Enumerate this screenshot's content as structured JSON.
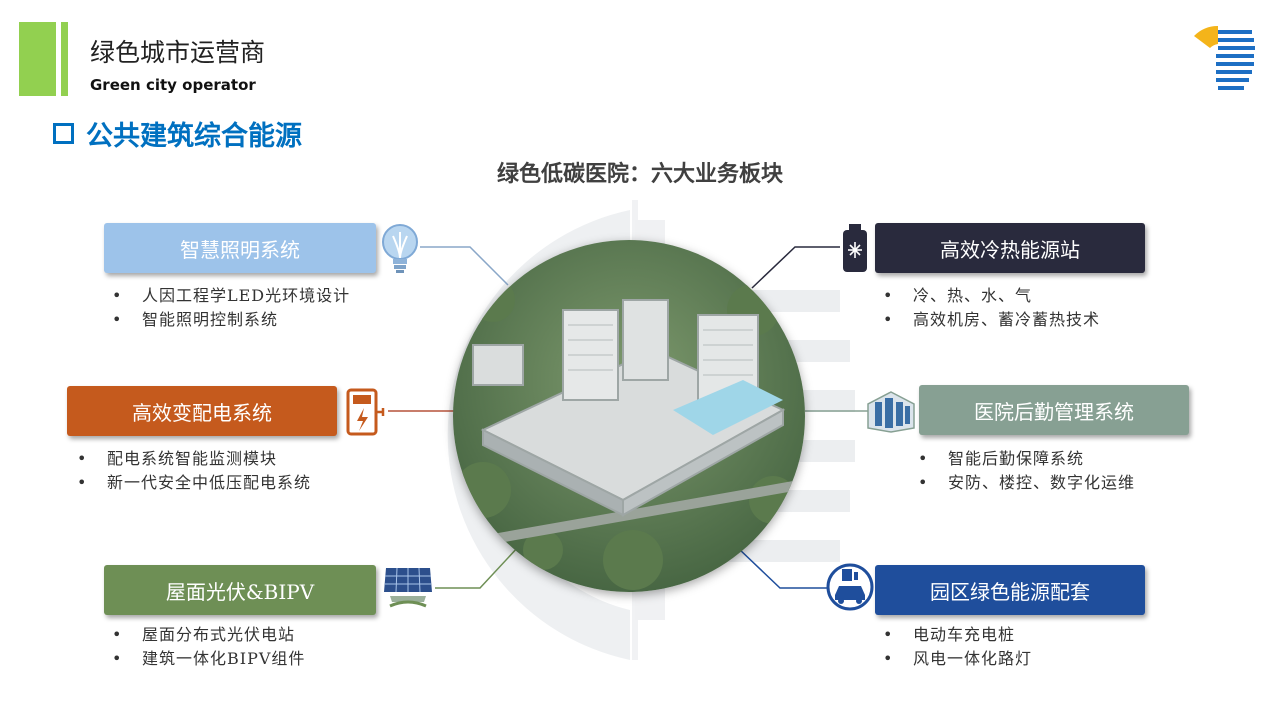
{
  "header": {
    "title_cn": "绿色城市运营商",
    "title_en": "Green city operator",
    "accent": "#92d050"
  },
  "section": {
    "title": "公共建筑综合能源",
    "color": "#0070c0"
  },
  "diagram": {
    "center_title": "绿色低碳医院：六大业务板块",
    "modules": [
      {
        "id": "lighting",
        "label": "智慧照明系统",
        "color": "#9dc3ea",
        "icon": "lightbulb-icon",
        "items": [
          "人因工程学LED光环境设计",
          "智能照明控制系统"
        ]
      },
      {
        "id": "power",
        "label": "高效变配电系统",
        "color": "#c55a1d",
        "icon": "power-meter-icon",
        "items": [
          "配电系统智能监测模块",
          "新一代安全中低压配电系统"
        ]
      },
      {
        "id": "solar",
        "label": "屋面光伏&BIPV",
        "color": "#6e8f55",
        "icon": "solar-panel-icon",
        "items": [
          "屋面分布式光伏电站",
          "建筑一体化BIPV组件"
        ]
      },
      {
        "id": "hvac",
        "label": "高效冷热能源站",
        "color": "#292a3d",
        "icon": "cooling-unit-icon",
        "items": [
          "冷、热、水、气",
          "高效机房、蓄冷蓄热技术"
        ]
      },
      {
        "id": "logistics",
        "label": "医院后勤管理系统",
        "color": "#87a093",
        "icon": "building-icon",
        "items": [
          "智能后勤保障系统",
          "安防、楼控、数字化运维"
        ]
      },
      {
        "id": "park",
        "label": "园区绿色能源配套",
        "color": "#1f4e9c",
        "icon": "ev-charging-icon",
        "items": [
          "电动车充电桩",
          "风电一体化路灯"
        ]
      }
    ]
  }
}
